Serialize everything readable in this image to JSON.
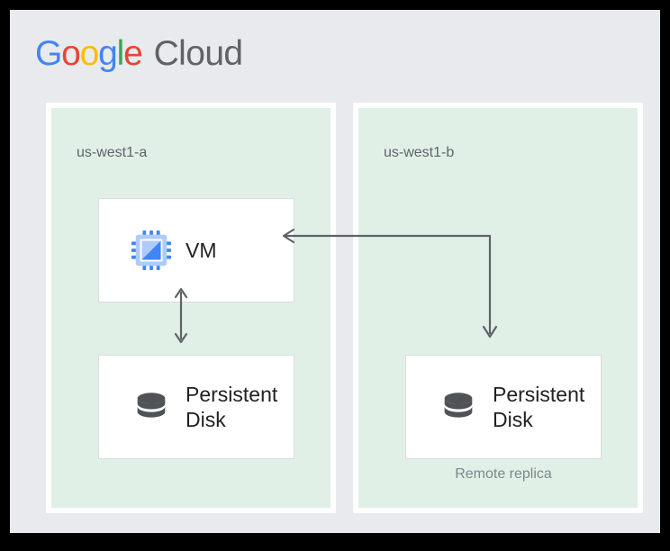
{
  "brand": {
    "google": "Google",
    "cloud": "Cloud",
    "letters": [
      {
        "char": "G",
        "color": "#4285f4"
      },
      {
        "char": "o",
        "color": "#ea4335"
      },
      {
        "char": "o",
        "color": "#fbbc05"
      },
      {
        "char": "g",
        "color": "#4285f4"
      },
      {
        "char": "l",
        "color": "#34a853"
      },
      {
        "char": "e",
        "color": "#ea4335"
      }
    ]
  },
  "colors": {
    "canvas_background": "#e8eaed",
    "zone_fill": "#e1f0e7",
    "zone_border": "#ffffff",
    "card_fill": "#ffffff",
    "card_border": "#dadce0",
    "connector": "#5f6368",
    "label_text": "#5f6368",
    "card_text": "#202124",
    "note_text": "#80868b",
    "vm_icon_primary": "#4285f4",
    "vm_icon_light": "#aecbfa",
    "disk_icon": "#5f6368"
  },
  "zones": [
    {
      "id": "us-west1-a",
      "label": "us-west1-a",
      "cards": [
        {
          "id": "vm",
          "label": "VM",
          "icon": "cpu-chip-icon"
        },
        {
          "id": "persistent-disk-a",
          "label": "Persistent\nDisk",
          "line1": "Persistent",
          "line2": "Disk",
          "icon": "database-disk-icon"
        }
      ],
      "note": ""
    },
    {
      "id": "us-west1-b",
      "label": "us-west1-b",
      "cards": [
        {
          "id": "persistent-disk-b",
          "label": "Persistent\nDisk",
          "line1": "Persistent",
          "line2": "Disk",
          "icon": "database-disk-icon"
        }
      ],
      "note": "Remote replica"
    }
  ],
  "connectors": [
    {
      "id": "vm-to-disk-local",
      "type": "bidirectional-vertical-arrow",
      "from": "vm",
      "to": "persistent-disk-a"
    },
    {
      "id": "replica-attach",
      "type": "elbow-double-arrow",
      "from": "persistent-disk-b",
      "to": "vm"
    }
  ]
}
